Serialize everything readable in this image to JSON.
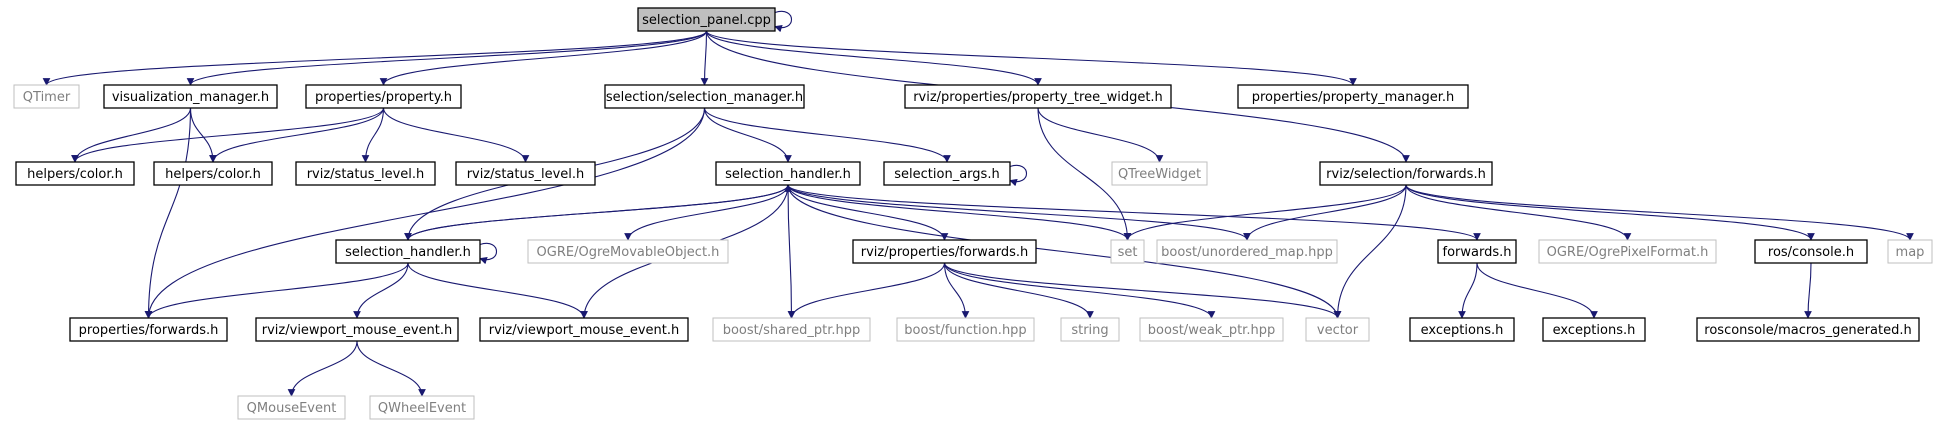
{
  "colors": {
    "edge": "#191970",
    "node_border": "#000000",
    "external_border": "#bfbfbf",
    "root_fill": "#bfbfbf",
    "node_fill": "#ffffff",
    "text": "#000000",
    "external_text": "#7f7f7f"
  },
  "graph": {
    "nodes": [
      {
        "id": "root",
        "label": "selection_panel.cpp",
        "kind": "root"
      },
      {
        "id": "qtimer",
        "label": "QTimer",
        "kind": "external"
      },
      {
        "id": "vis_mgr",
        "label": "visualization_manager.h",
        "kind": "header"
      },
      {
        "id": "prop_property",
        "label": "properties/property.h",
        "kind": "header"
      },
      {
        "id": "sel_mgr",
        "label": "selection/selection_manager.h",
        "kind": "header"
      },
      {
        "id": "prop_tree",
        "label": "rviz/properties/property_tree_widget.h",
        "kind": "header"
      },
      {
        "id": "prop_mgr",
        "label": "properties/property_manager.h",
        "kind": "header"
      },
      {
        "id": "helpers_color_1",
        "label": "helpers/color.h",
        "kind": "header"
      },
      {
        "id": "helpers_color_2",
        "label": "helpers/color.h",
        "kind": "header"
      },
      {
        "id": "status_1",
        "label": "rviz/status_level.h",
        "kind": "header"
      },
      {
        "id": "status_2",
        "label": "rviz/status_level.h",
        "kind": "header"
      },
      {
        "id": "sel_handler_1",
        "label": "selection_handler.h",
        "kind": "header"
      },
      {
        "id": "sel_args",
        "label": "selection_args.h",
        "kind": "header"
      },
      {
        "id": "qtreewidget",
        "label": "QTreeWidget",
        "kind": "external"
      },
      {
        "id": "sel_forwards",
        "label": "rviz/selection/forwards.h",
        "kind": "header"
      },
      {
        "id": "sel_handler_2",
        "label": "selection_handler.h",
        "kind": "header"
      },
      {
        "id": "ogre_movable",
        "label": "OGRE/OgreMovableObject.h",
        "kind": "external"
      },
      {
        "id": "rviz_prop_fwd",
        "label": "rviz/properties/forwards.h",
        "kind": "header"
      },
      {
        "id": "set",
        "label": "set",
        "kind": "external"
      },
      {
        "id": "unordered_map",
        "label": "boost/unordered_map.hpp",
        "kind": "external"
      },
      {
        "id": "forwards_h",
        "label": "forwards.h",
        "kind": "header"
      },
      {
        "id": "ogre_pixel",
        "label": "OGRE/OgrePixelFormat.h",
        "kind": "external"
      },
      {
        "id": "ros_console",
        "label": "ros/console.h",
        "kind": "header"
      },
      {
        "id": "map",
        "label": "map",
        "kind": "external"
      },
      {
        "id": "prop_forwards",
        "label": "properties/forwards.h",
        "kind": "header"
      },
      {
        "id": "vme_1",
        "label": "rviz/viewport_mouse_event.h",
        "kind": "header"
      },
      {
        "id": "vme_2",
        "label": "rviz/viewport_mouse_event.h",
        "kind": "header"
      },
      {
        "id": "shared_ptr",
        "label": "boost/shared_ptr.hpp",
        "kind": "external"
      },
      {
        "id": "function",
        "label": "boost/function.hpp",
        "kind": "external"
      },
      {
        "id": "string",
        "label": "string",
        "kind": "external"
      },
      {
        "id": "weak_ptr",
        "label": "boost/weak_ptr.hpp",
        "kind": "external"
      },
      {
        "id": "vector",
        "label": "vector",
        "kind": "external"
      },
      {
        "id": "exceptions_1",
        "label": "exceptions.h",
        "kind": "header"
      },
      {
        "id": "exceptions_2",
        "label": "exceptions.h",
        "kind": "header"
      },
      {
        "id": "rosconsole_macros",
        "label": "rosconsole/macros_generated.h",
        "kind": "header"
      },
      {
        "id": "qmouse",
        "label": "QMouseEvent",
        "kind": "external"
      },
      {
        "id": "qwheel",
        "label": "QWheelEvent",
        "kind": "external"
      }
    ],
    "edges": [
      [
        "root",
        "root"
      ],
      [
        "root",
        "qtimer"
      ],
      [
        "root",
        "vis_mgr"
      ],
      [
        "root",
        "prop_property"
      ],
      [
        "root",
        "sel_mgr"
      ],
      [
        "root",
        "prop_tree"
      ],
      [
        "root",
        "prop_mgr"
      ],
      [
        "root",
        "sel_forwards"
      ],
      [
        "vis_mgr",
        "helpers_color_1"
      ],
      [
        "vis_mgr",
        "helpers_color_2"
      ],
      [
        "vis_mgr",
        "prop_forwards"
      ],
      [
        "prop_property",
        "helpers_color_1"
      ],
      [
        "prop_property",
        "helpers_color_2"
      ],
      [
        "prop_property",
        "status_1"
      ],
      [
        "prop_property",
        "status_2"
      ],
      [
        "sel_mgr",
        "sel_handler_1"
      ],
      [
        "sel_mgr",
        "sel_args"
      ],
      [
        "sel_mgr",
        "sel_handler_2"
      ],
      [
        "sel_mgr",
        "prop_forwards"
      ],
      [
        "sel_args",
        "sel_args"
      ],
      [
        "prop_tree",
        "qtreewidget"
      ],
      [
        "prop_tree",
        "set"
      ],
      [
        "sel_handler_1",
        "sel_handler_2"
      ],
      [
        "sel_handler_1",
        "ogre_movable"
      ],
      [
        "sel_handler_1",
        "rviz_prop_fwd"
      ],
      [
        "sel_handler_1",
        "set"
      ],
      [
        "sel_handler_1",
        "unordered_map"
      ],
      [
        "sel_handler_1",
        "forwards_h"
      ],
      [
        "sel_handler_1",
        "shared_ptr"
      ],
      [
        "sel_handler_1",
        "vme_2"
      ],
      [
        "sel_handler_1",
        "vector"
      ],
      [
        "sel_handler_2",
        "sel_handler_1"
      ],
      [
        "sel_handler_2",
        "sel_handler_2"
      ],
      [
        "sel_handler_2",
        "prop_forwards"
      ],
      [
        "sel_handler_2",
        "vme_1"
      ],
      [
        "sel_handler_2",
        "vme_2"
      ],
      [
        "rviz_prop_fwd",
        "shared_ptr"
      ],
      [
        "rviz_prop_fwd",
        "function"
      ],
      [
        "rviz_prop_fwd",
        "string"
      ],
      [
        "rviz_prop_fwd",
        "weak_ptr"
      ],
      [
        "rviz_prop_fwd",
        "vector"
      ],
      [
        "sel_forwards",
        "set"
      ],
      [
        "sel_forwards",
        "unordered_map"
      ],
      [
        "sel_forwards",
        "vector"
      ],
      [
        "sel_forwards",
        "ogre_pixel"
      ],
      [
        "sel_forwards",
        "ros_console"
      ],
      [
        "sel_forwards",
        "map"
      ],
      [
        "forwards_h",
        "exceptions_1"
      ],
      [
        "forwards_h",
        "exceptions_2"
      ],
      [
        "ros_console",
        "rosconsole_macros"
      ],
      [
        "vme_1",
        "qmouse"
      ],
      [
        "vme_1",
        "qwheel"
      ]
    ]
  }
}
